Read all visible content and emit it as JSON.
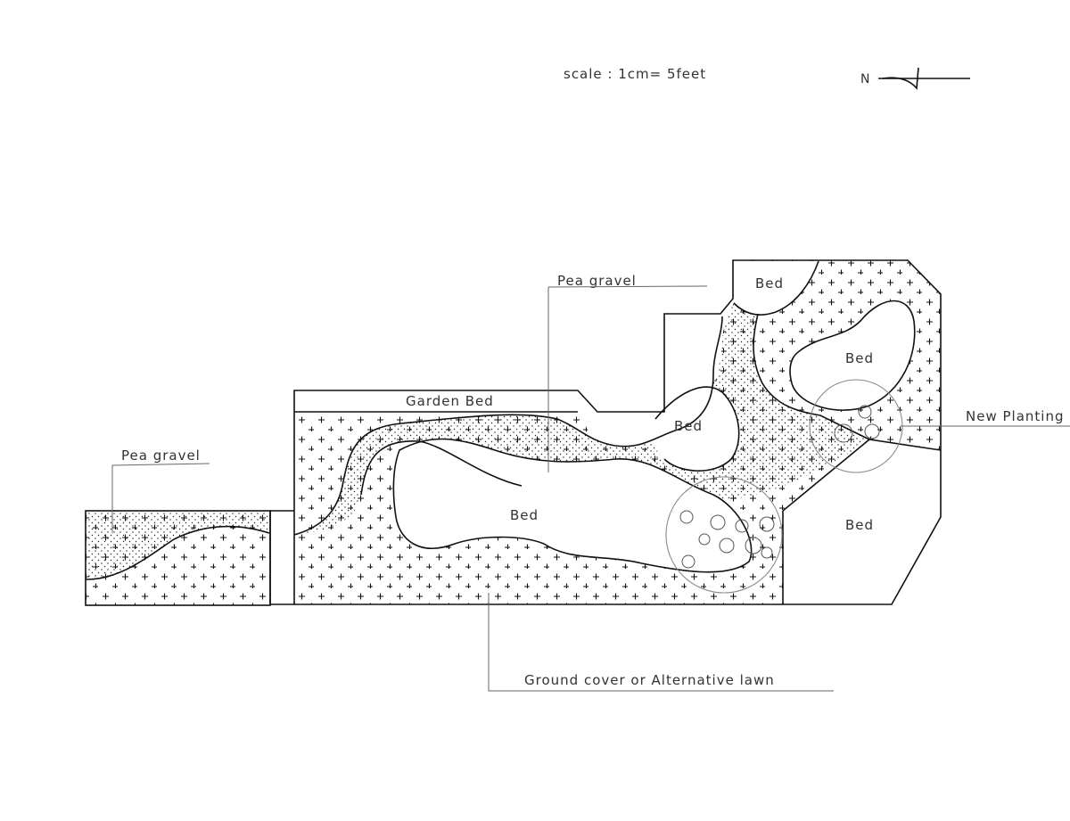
{
  "scale": "scale : 1cm= 5feet",
  "north_arrow": {
    "label": "N"
  },
  "labels": {
    "pea_gravel_left": "Pea gravel",
    "pea_gravel_top": "Pea gravel",
    "garden_bed": "Garden Bed",
    "bed_center": "Bed",
    "bed_main": "Bed",
    "bed_top": "Bed",
    "bed_right_oval": "Bed",
    "bed_lower_right": "Bed",
    "new_planting": "New Planting",
    "ground_cover": "Ground cover or Alternative lawn"
  },
  "legend_fills": {
    "pea_gravel": "dots",
    "ground_cover": "crosses"
  },
  "colors": {
    "ink": "#111111",
    "pencil": "#8a8a8a",
    "paper": "#ffffff"
  }
}
